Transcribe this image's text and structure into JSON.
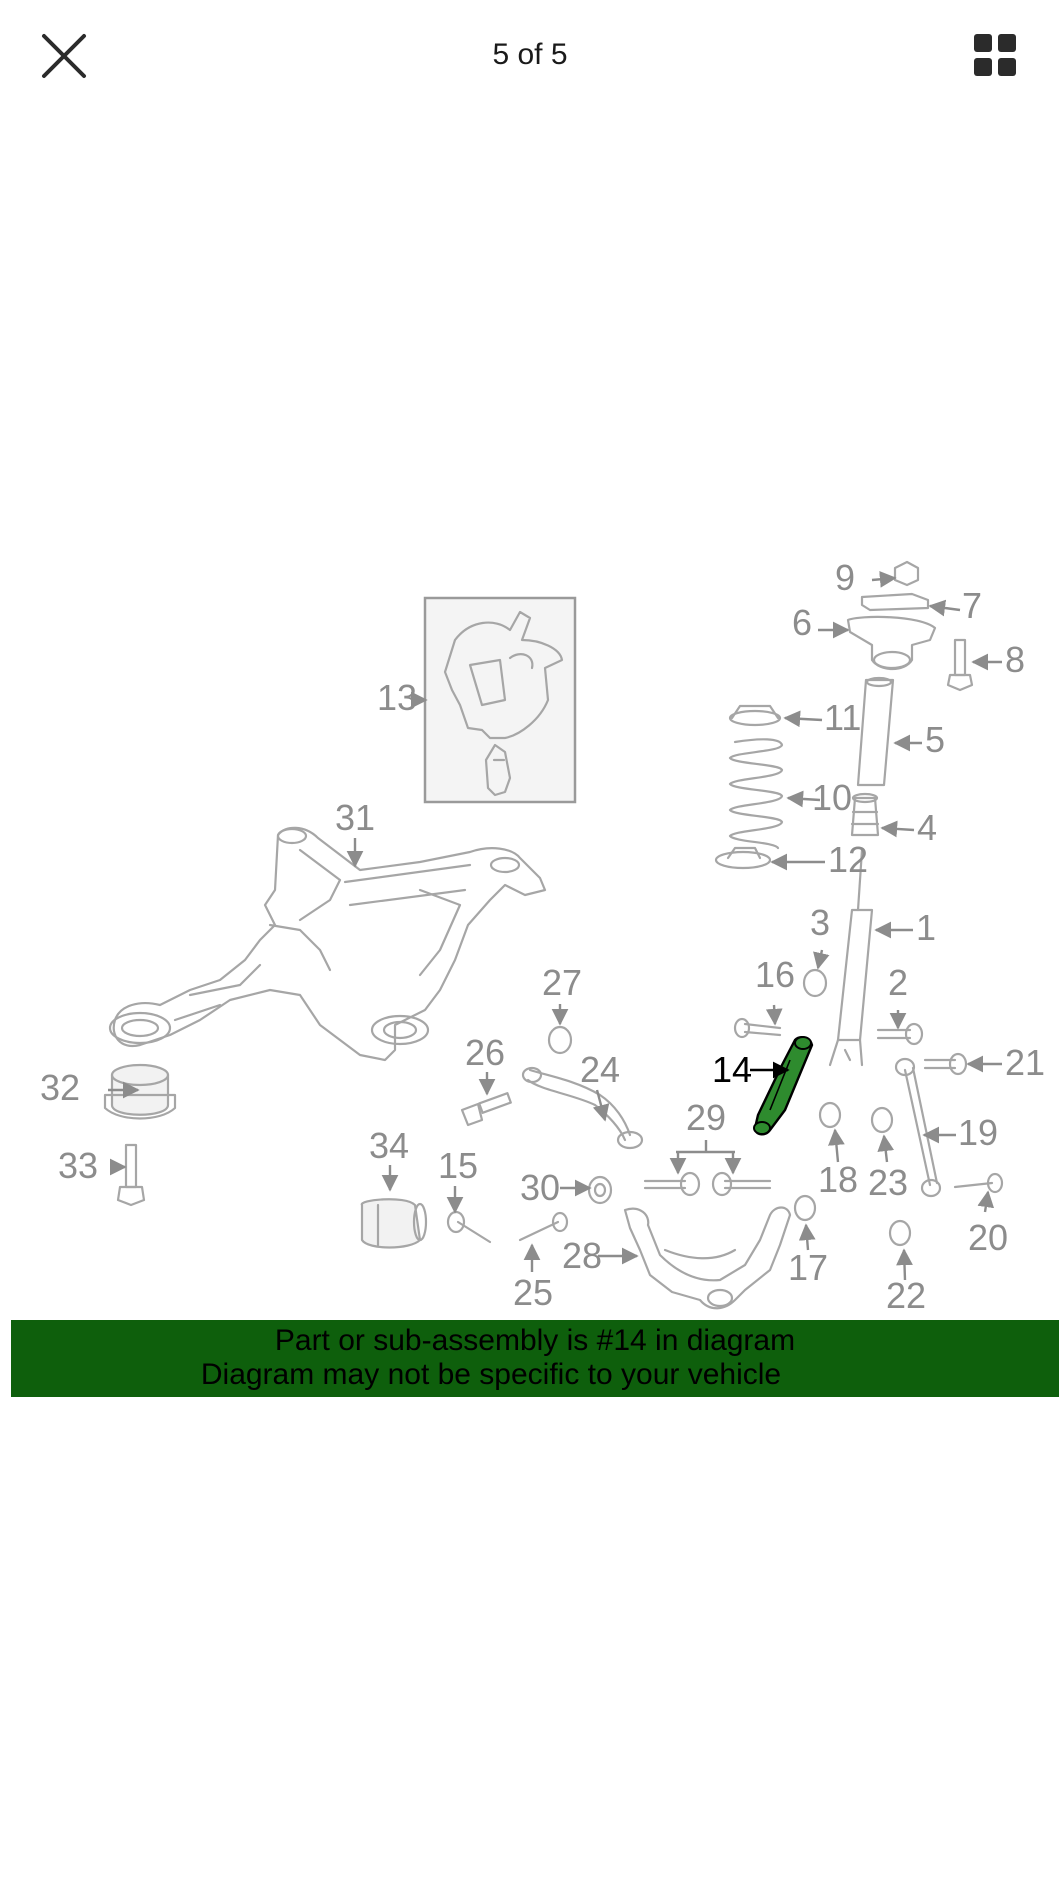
{
  "header": {
    "counter": "5 of 5",
    "close_icon": "close-icon",
    "grid_icon": "grid-icon"
  },
  "diagram": {
    "callouts": {
      "c1": "1",
      "c2": "2",
      "c3": "3",
      "c4": "4",
      "c5": "5",
      "c6": "6",
      "c7": "7",
      "c8": "8",
      "c9": "9",
      "c10": "10",
      "c11": "11",
      "c12": "12",
      "c13": "13",
      "c14": "14",
      "c15": "15",
      "c16": "16",
      "c17": "17",
      "c18": "18",
      "c19": "19",
      "c20": "20",
      "c21": "21",
      "c22": "22",
      "c23": "23",
      "c24": "24",
      "c25": "25",
      "c26": "26",
      "c27": "27",
      "c28": "28",
      "c29": "29",
      "c30": "30",
      "c31": "31",
      "c32": "32",
      "c33": "33",
      "c34": "34"
    },
    "highlight_color": "#2e8b2e"
  },
  "banner": {
    "line1": "Part or sub-assembly is #14 in diagram",
    "line2": "Diagram may not be specific to your vehicle",
    "background": "#0e5f0c"
  }
}
